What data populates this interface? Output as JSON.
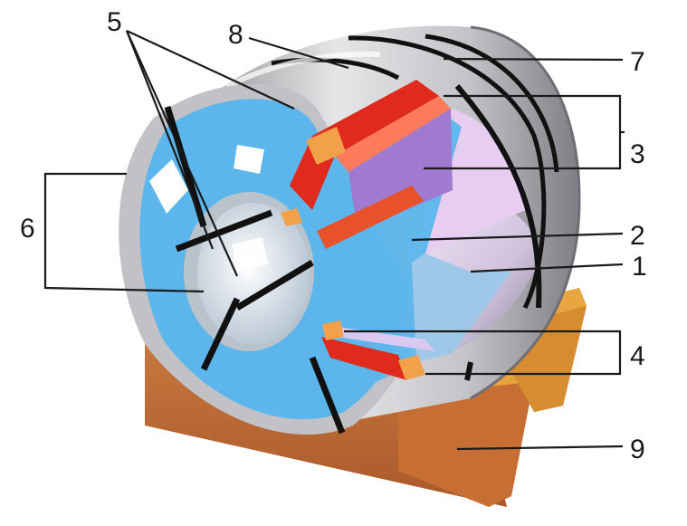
{
  "diagram": {
    "labels": {
      "l1": "1",
      "l2": "2",
      "l3": "3",
      "l4": "4",
      "l5": "5",
      "l6": "6",
      "l7": "7",
      "l8": "8",
      "l9": "9"
    },
    "colors": {
      "base": "#c9743a",
      "base_dark": "#9c5222",
      "pad": "#e6a23b",
      "drum_gray": "#b8b8bc",
      "drum_light": "#e4e4e6",
      "face_blue": "#5cb6ec",
      "red": "#e02a1e",
      "orange": "#f08a2a",
      "violet": "#a07ad0",
      "lilac": "#e4c6ee",
      "band": "#111111"
    }
  }
}
